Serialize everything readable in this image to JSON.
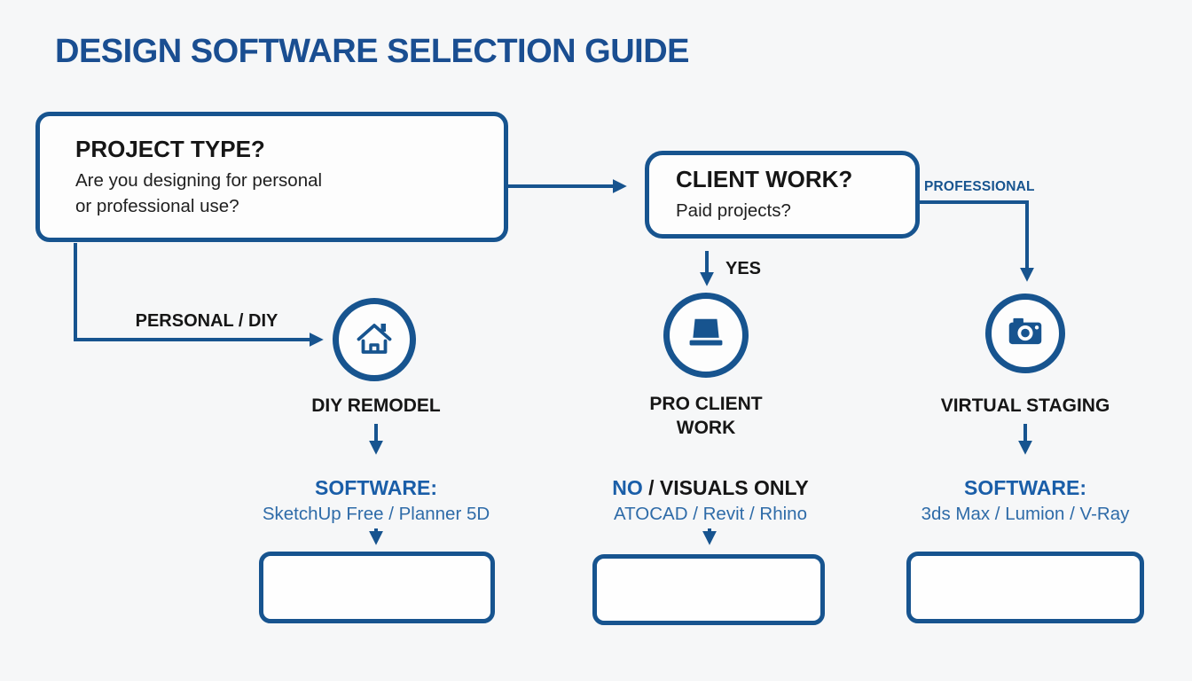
{
  "title": "DESIGN SOFTWARE SELECTION GUIDE",
  "colors": {
    "primary_blue": "#17548f",
    "title_blue": "#1a4e91",
    "heading_blue": "#1a5ea8",
    "software_blue": "#2e6ba8",
    "text_black": "#161616",
    "background": "#f6f7f8",
    "box_fill": "#fdfdfd"
  },
  "decision_nodes": {
    "project_type": {
      "title": "PROJECT TYPE?",
      "question_line1": "Are you designing for personal",
      "question_line2": "or professional use?"
    },
    "client_work": {
      "title": "CLIENT WORK?",
      "question": "Paid projects?"
    }
  },
  "edge_labels": {
    "personal_diy": "PERSONAL / DIY",
    "yes": "YES",
    "professional": "PROFESSIONAL"
  },
  "branches": {
    "diy_remodel": {
      "icon": "house-icon",
      "label": "DIY REMODEL",
      "software_heading": "SOFTWARE:",
      "software_list": "SketchUp Free / Planner 5D"
    },
    "pro_client_work": {
      "icon": "laptop-icon",
      "label_line1": "PRO CLIENT",
      "label_line2": "WORK",
      "result_highlight": "NO",
      "result_rest": " / VISUALS ONLY",
      "software_list": "ATOCAD / Revit / Rhino"
    },
    "virtual_staging": {
      "icon": "camera-icon",
      "label": "VIRTUAL STAGING",
      "software_heading": "SOFTWARE:",
      "software_list": "3ds Max / Lumion / V-Ray"
    }
  }
}
